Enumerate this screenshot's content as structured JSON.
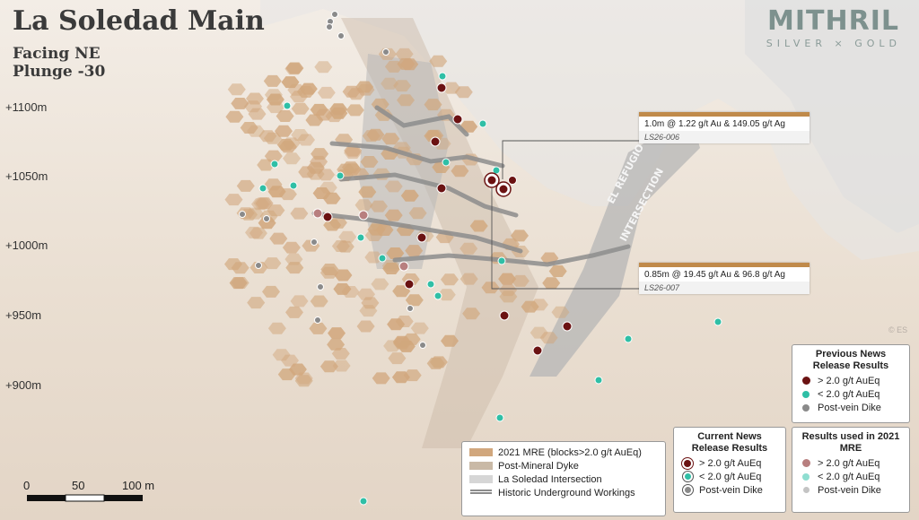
{
  "map": {
    "title": "La Soledad Main",
    "facing": "Facing NE",
    "plunge": "Plunge -30",
    "elevations": [
      "+1100m",
      "+1050m",
      "+1000m",
      "+950m",
      "+900m"
    ],
    "intersection_label_1": "EL REFUGIO",
    "intersection_label_2": "INTERSECTION",
    "copyright": "© ES"
  },
  "logo": {
    "name": "MITHRIL",
    "tagline": "SILVER × GOLD"
  },
  "callouts": [
    {
      "text": "1.0m @ 1.22 g/t Au & 149.05 g/t Ag",
      "hole": "LS26-006"
    },
    {
      "text": "0.85m @ 19.45 g/t Au & 96.8 g/t Ag",
      "hole": "LS26-007"
    }
  ],
  "scale": {
    "labels": [
      "0",
      "50",
      "100 m"
    ]
  },
  "legend_main": {
    "items": [
      {
        "label": "2021 MRE (blocks>2.0 g/t AuEq)",
        "color": "#d1a77d"
      },
      {
        "label": "Post-Mineral Dyke",
        "color": "#c9b9a6"
      },
      {
        "label": "La Soledad Intersection",
        "color": "#d6d6d6"
      },
      {
        "label": "Historic Underground Workings",
        "color": "#888888"
      }
    ]
  },
  "legend_current": {
    "title": "Current News Release Results",
    "items": [
      "> 2.0 g/t AuEq",
      "< 2.0 g/t AuEq",
      "Post-vein Dike"
    ]
  },
  "legend_previous": {
    "title": "Previous News Release Results",
    "items": [
      "> 2.0 g/t AuEq",
      "< 2.0 g/t AuEq",
      "Post-vein Dike"
    ]
  },
  "legend_mre": {
    "title": "Results used in 2021 MRE",
    "items": [
      "> 2.0 g/t AuEq",
      "< 2.0 g/t AuEq",
      "Post-vein Dike"
    ]
  },
  "colors": {
    "high": "#6b1212",
    "low": "#2fbfa6",
    "dike": "#8a8a8a",
    "mre_high": "#b87f7f",
    "mre_low": "#8fded1",
    "mre_dike": "#c4c4c4",
    "block": "#d1a77d",
    "callout_accent": "#c08a4a"
  }
}
